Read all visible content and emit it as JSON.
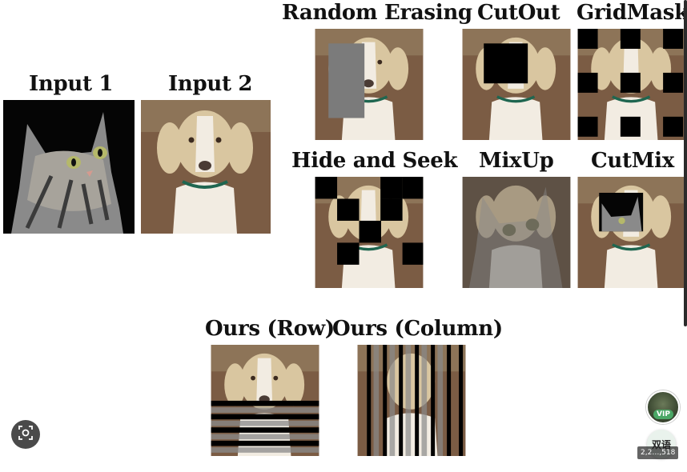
{
  "labels": {
    "input1": "Input 1",
    "input2": "Input 2",
    "random_erasing": "Random Erasing",
    "cutout": "CutOut",
    "gridmask": "GridMask",
    "hide_and_seek": "Hide and Seek",
    "mixup": "MixUp",
    "cutmix": "CutMix",
    "ours_row": "Ours (Row)",
    "ours_column": "Ours (Column)"
  },
  "overlay": {
    "translate_label": "双语",
    "vip_badge": "VIP",
    "image_size": "2,2…,518"
  },
  "colors": {
    "dog_fur": "#d9c6a0",
    "dog_face": "#f2ece2",
    "ground": "#7b5c44",
    "cat": "#8a8a8a",
    "erase_gray": "#7b7b7b",
    "mask_black": "#000000"
  },
  "icons": {
    "lens": "visual-search-icon",
    "avatar": "user-avatar-icon",
    "translate": "translate-icon"
  }
}
